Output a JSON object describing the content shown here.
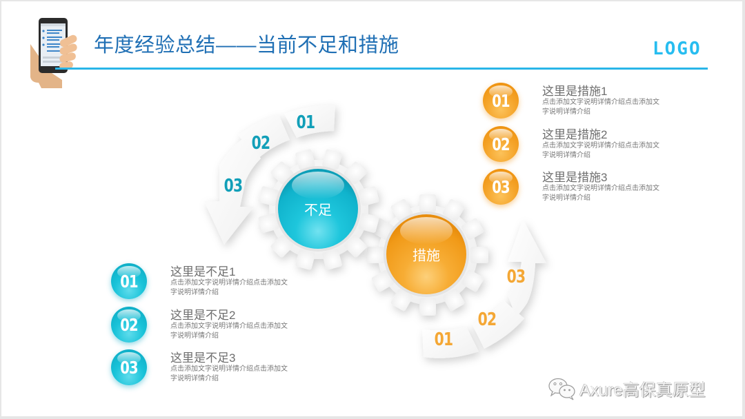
{
  "header": {
    "title": "年度经验总结——当前不足和措施",
    "logo": "LOGO",
    "accent_color": "#29b5e8",
    "title_color": "#1f6fb4",
    "icon": "phone-in-hand-icon"
  },
  "diagram": {
    "left_gear": {
      "label": "不足",
      "color": "#19c3d9",
      "segments": [
        "01",
        "02",
        "03"
      ]
    },
    "right_gear": {
      "label": "措施",
      "color": "#f5a52b",
      "segments": [
        "01",
        "02",
        "03"
      ]
    }
  },
  "measures": {
    "color": "#f5a52b",
    "items": [
      {
        "num": "01",
        "title": "这里是措施1",
        "desc": "点击添加文字说明详情介绍点击添加文字说明详情介绍"
      },
      {
        "num": "02",
        "title": "这里是措施2",
        "desc": "点击添加文字说明详情介绍点击添加文字说明详情介绍"
      },
      {
        "num": "03",
        "title": "这里是措施3",
        "desc": "点击添加文字说明详情介绍点击添加文字说明详情介绍"
      }
    ]
  },
  "shortcomings": {
    "color": "#19c3d9",
    "items": [
      {
        "num": "01",
        "title": "这里是不足1",
        "desc": "点击添加文字说明详情介绍点击添加文字说明详情介绍"
      },
      {
        "num": "02",
        "title": "这里是不足2",
        "desc": "点击添加文字说明详情介绍点击添加文字说明详情介绍"
      },
      {
        "num": "03",
        "title": "这里是不足3",
        "desc": "点击添加文字说明详情介绍点击添加文字说明详情介绍"
      }
    ]
  },
  "watermark": {
    "text": "Axure高保真原型",
    "icon": "wechat-icon"
  }
}
